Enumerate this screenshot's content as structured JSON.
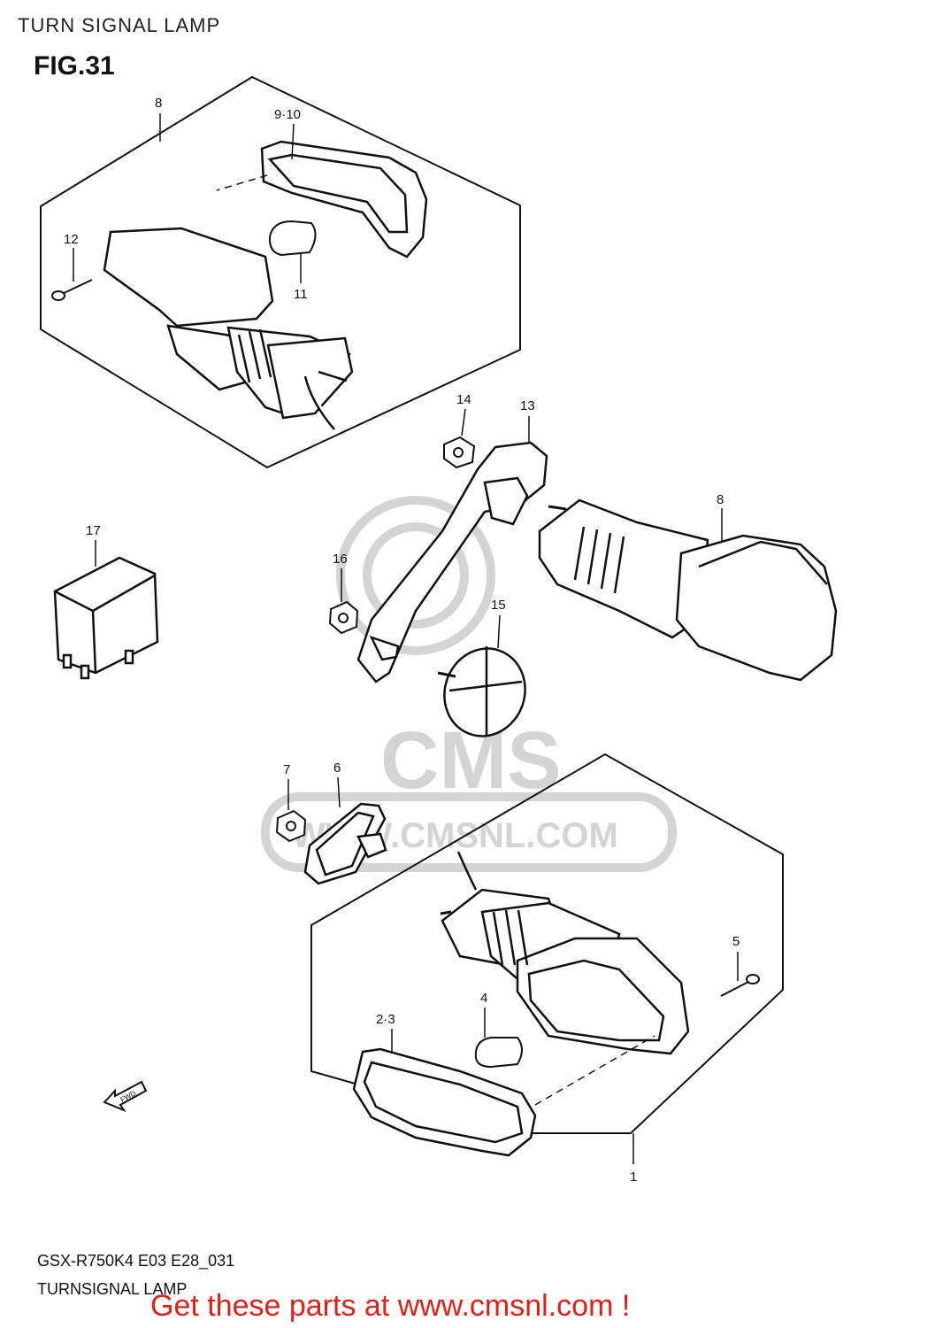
{
  "header": {
    "title": "TURN SIGNAL LAMP",
    "figure": "FIG.31"
  },
  "callouts": {
    "c8a": "8",
    "c9_10": "9·10",
    "c12": "12",
    "c11": "11",
    "c14": "14",
    "c13": "13",
    "c8b": "8",
    "c17": "17",
    "c16": "16",
    "c15": "15",
    "c7": "7",
    "c6": "6",
    "c5": "5",
    "c4": "4",
    "c2_3": "2·3",
    "c1": "1"
  },
  "fwd_marker": "FWD",
  "watermark": {
    "brand": "CMS",
    "url": "WWW.CMSNL.COM"
  },
  "footer": {
    "model_code": "GSX-R750K4 E03 E28_031",
    "subtitle": "TURNSIGNAL LAMP",
    "cta": "Get these parts at www.cmsnl.com !"
  },
  "colors": {
    "line": "#111111",
    "watermark": "#d4d4d4",
    "cta": "#e0201b"
  }
}
